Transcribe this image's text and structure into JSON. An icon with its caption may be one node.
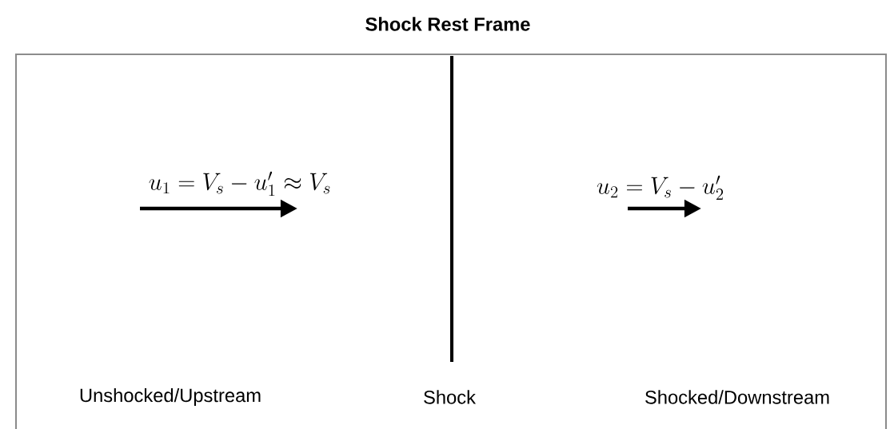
{
  "diagram": {
    "title": "Shock Rest Frame",
    "labels": [
      "u_1 = V_s - u_1' \\approx V_s",
      "u_2 = V_s - u_2'",
      "Unshocked/Upstream",
      "Shock",
      "Shocked/Downstream"
    ]
  }
}
